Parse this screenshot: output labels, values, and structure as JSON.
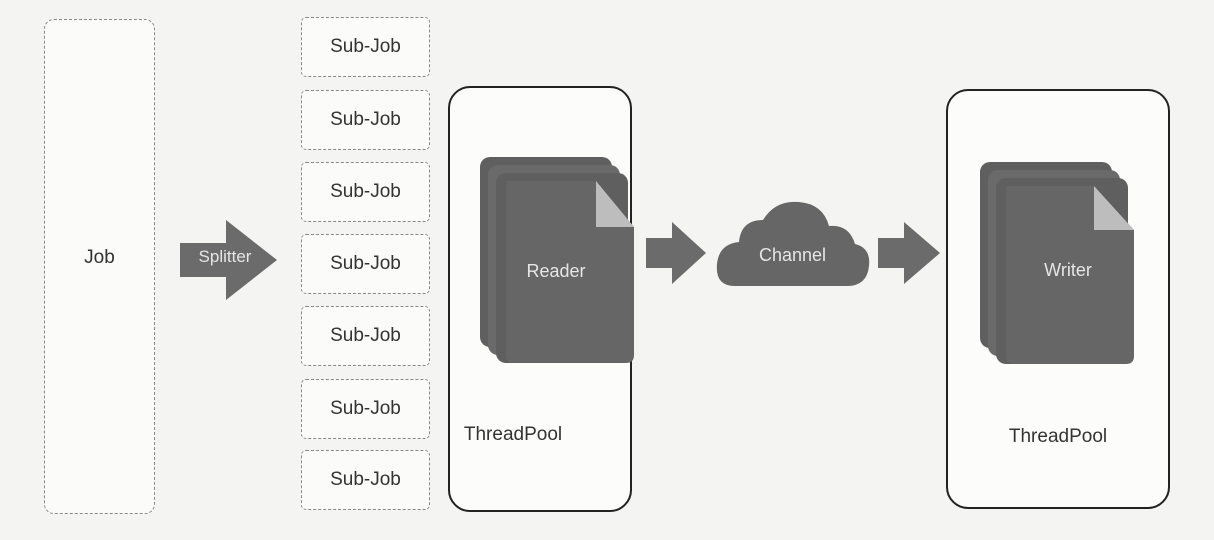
{
  "job": {
    "label": "Job"
  },
  "splitter": {
    "label": "Splitter"
  },
  "sub_jobs": [
    "Sub-Job",
    "Sub-Job",
    "Sub-Job",
    "Sub-Job",
    "Sub-Job",
    "Sub-Job",
    "Sub-Job"
  ],
  "reader_pool": {
    "component": "Reader",
    "pool_label": "ThreadPool"
  },
  "channel": {
    "label": "Channel"
  },
  "writer_pool": {
    "component": "Writer",
    "pool_label": "ThreadPool"
  },
  "colors": {
    "shape_fill": "#666666",
    "shape_light": "#bdbdbd",
    "text_dark": "#333333",
    "text_light": "#e6e6e6"
  }
}
